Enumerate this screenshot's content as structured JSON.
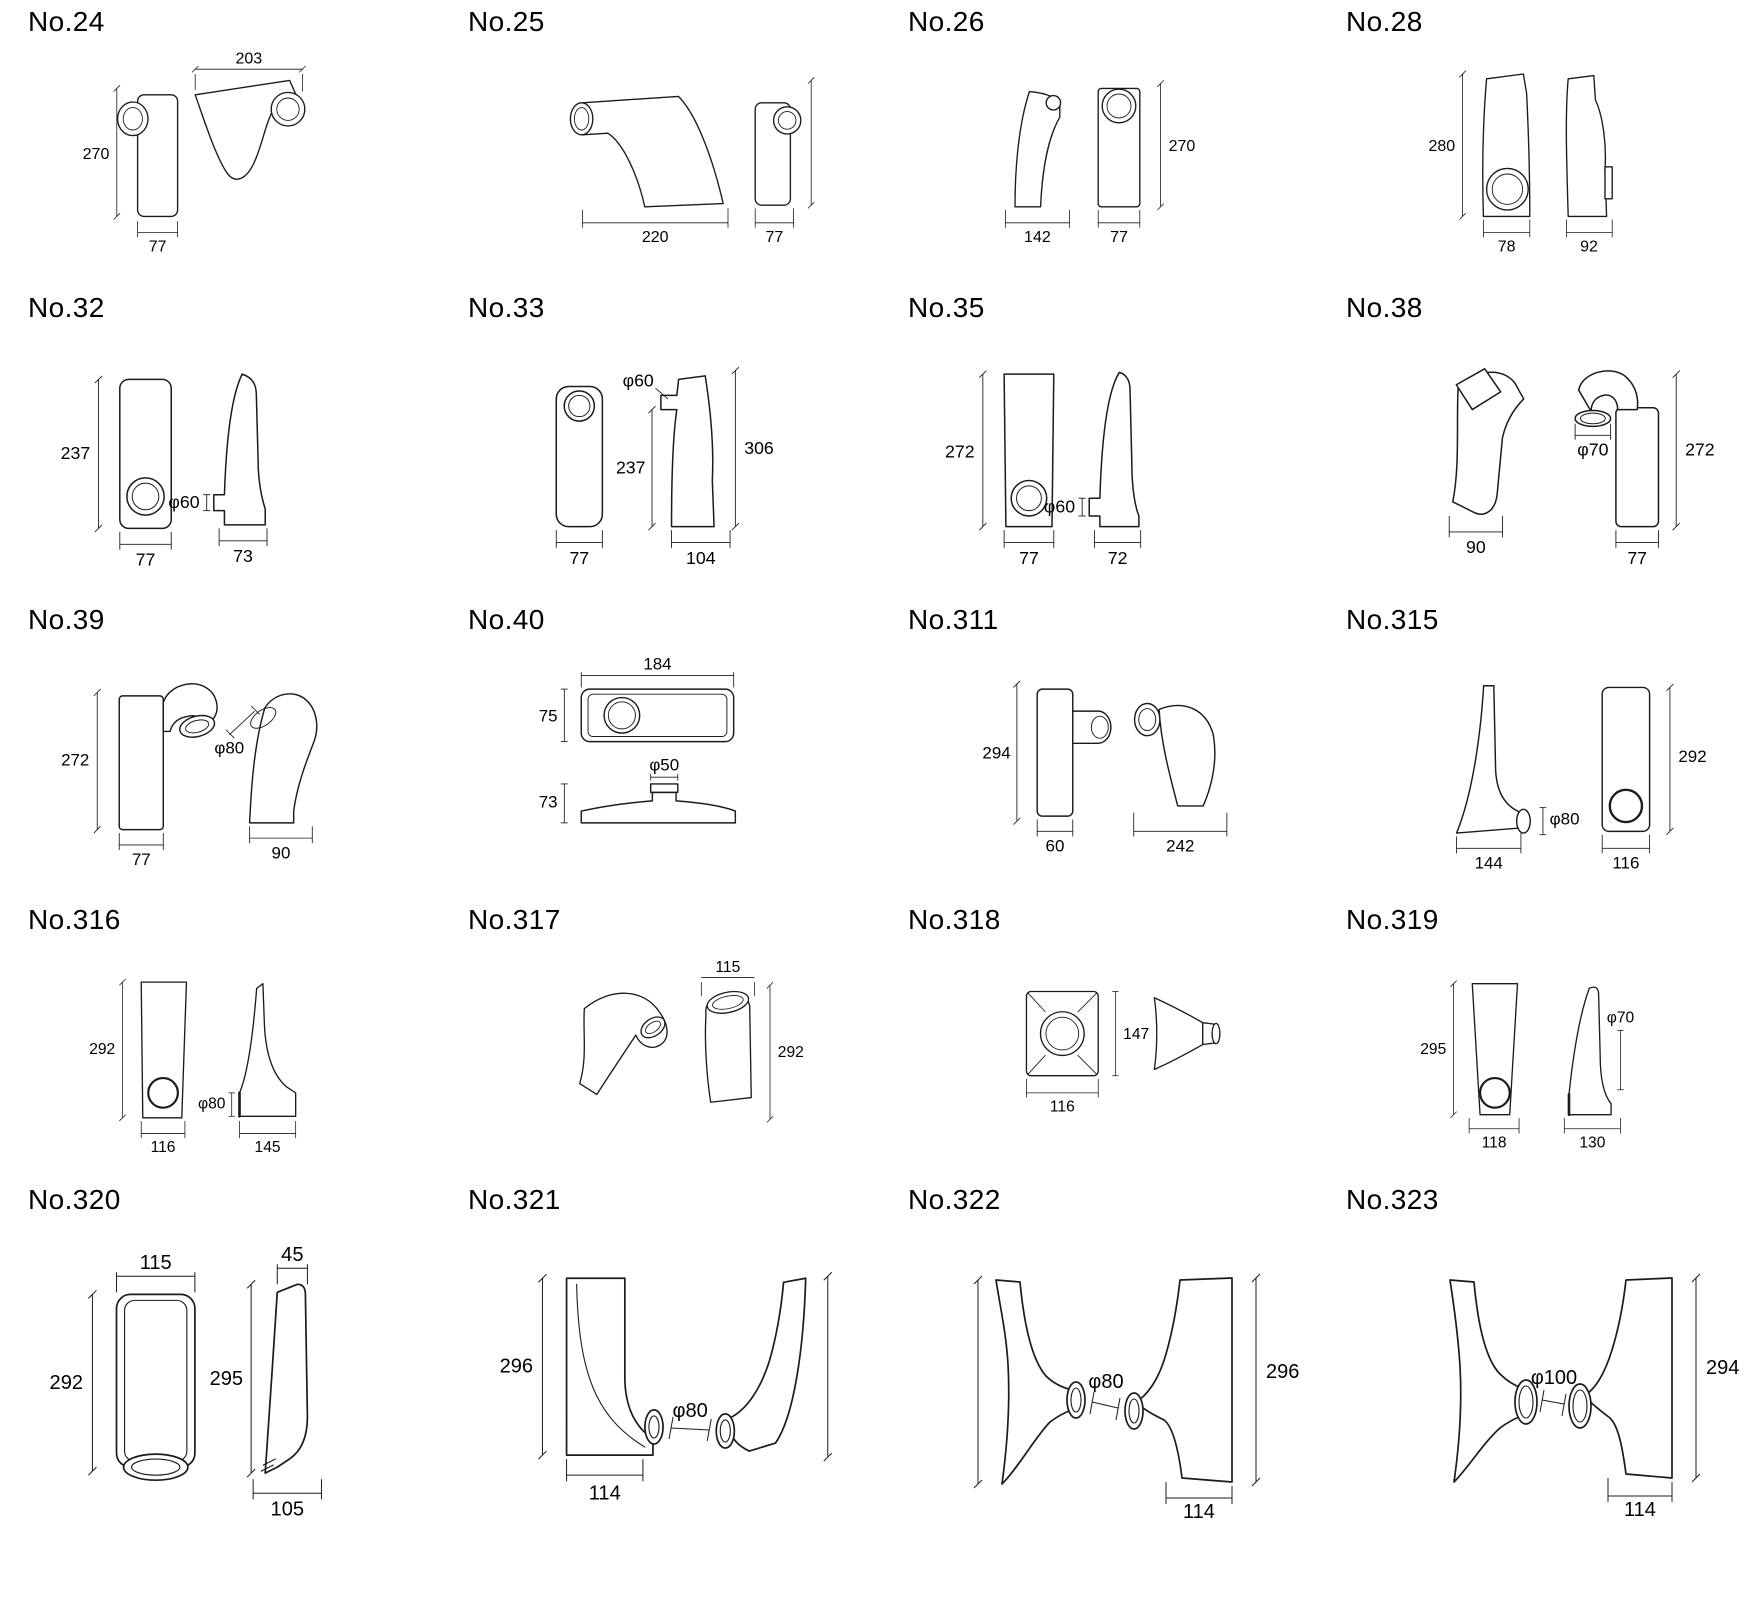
{
  "page": {
    "background": "#ffffff",
    "ink": "#1b1b1b"
  },
  "parts": [
    {
      "no": "No.24",
      "dims": {
        "top_width": "203",
        "height": "270",
        "bottom_width": "77"
      }
    },
    {
      "no": "No.25",
      "dims": {
        "bottom_width_left": "220",
        "bottom_width_right": "77"
      }
    },
    {
      "no": "No.26",
      "dims": {
        "height": "270",
        "bottom_width_left": "142",
        "bottom_width_right": "77"
      }
    },
    {
      "no": "No.28",
      "dims": {
        "height": "280",
        "bottom_width_left": "78",
        "bottom_width_right": "92"
      }
    },
    {
      "no": "No.32",
      "dims": {
        "height": "237",
        "diameter": "φ60",
        "bottom_width_left": "77",
        "bottom_width_right": "73"
      }
    },
    {
      "no": "No.33",
      "dims": {
        "diameter": "φ60",
        "height_left": "237",
        "height_right": "306",
        "bottom_width_left": "77",
        "bottom_width_right": "104"
      }
    },
    {
      "no": "No.35",
      "dims": {
        "height": "272",
        "diameter": "φ60",
        "bottom_width_left": "77",
        "bottom_width_right": "72"
      }
    },
    {
      "no": "No.38",
      "dims": {
        "diameter": "φ70",
        "height": "272",
        "bottom_width_left": "90",
        "bottom_width_right": "77"
      }
    },
    {
      "no": "No.39",
      "dims": {
        "height": "272",
        "diameter": "φ80",
        "bottom_width_left": "77",
        "bottom_width_right": "90"
      }
    },
    {
      "no": "No.40",
      "dims": {
        "top_width": "184",
        "height_top": "75",
        "diameter": "φ50",
        "height_bottom": "73"
      }
    },
    {
      "no": "No.311",
      "dims": {
        "height": "294",
        "bottom_width_left": "60",
        "bottom_width_right": "242"
      }
    },
    {
      "no": "No.315",
      "dims": {
        "diameter": "φ80",
        "height": "292",
        "bottom_width_left": "144",
        "bottom_width_right": "116"
      }
    },
    {
      "no": "No.316",
      "dims": {
        "height": "292",
        "diameter": "φ80",
        "bottom_width_left": "116",
        "bottom_width_right": "145"
      }
    },
    {
      "no": "No.317",
      "dims": {
        "top_width": "115",
        "height": "292"
      }
    },
    {
      "no": "No.318",
      "dims": {
        "height": "147",
        "bottom_width": "116"
      }
    },
    {
      "no": "No.319",
      "dims": {
        "height": "295",
        "diameter": "φ70",
        "bottom_width_left": "118",
        "bottom_width_right": "130"
      }
    },
    {
      "no": "No.320",
      "dims": {
        "top_width_left": "115",
        "top_width_right": "45",
        "height_left": "292",
        "height_right": "295",
        "bottom_width": "105"
      }
    },
    {
      "no": "No.321",
      "dims": {
        "height": "296",
        "diameter": "φ80",
        "bottom_width": "114"
      }
    },
    {
      "no": "No.322",
      "dims": {
        "diameter": "φ80",
        "height": "296",
        "bottom_width": "114"
      }
    },
    {
      "no": "No.323",
      "dims": {
        "diameter": "φ100",
        "height": "294",
        "bottom_width": "114"
      }
    }
  ]
}
